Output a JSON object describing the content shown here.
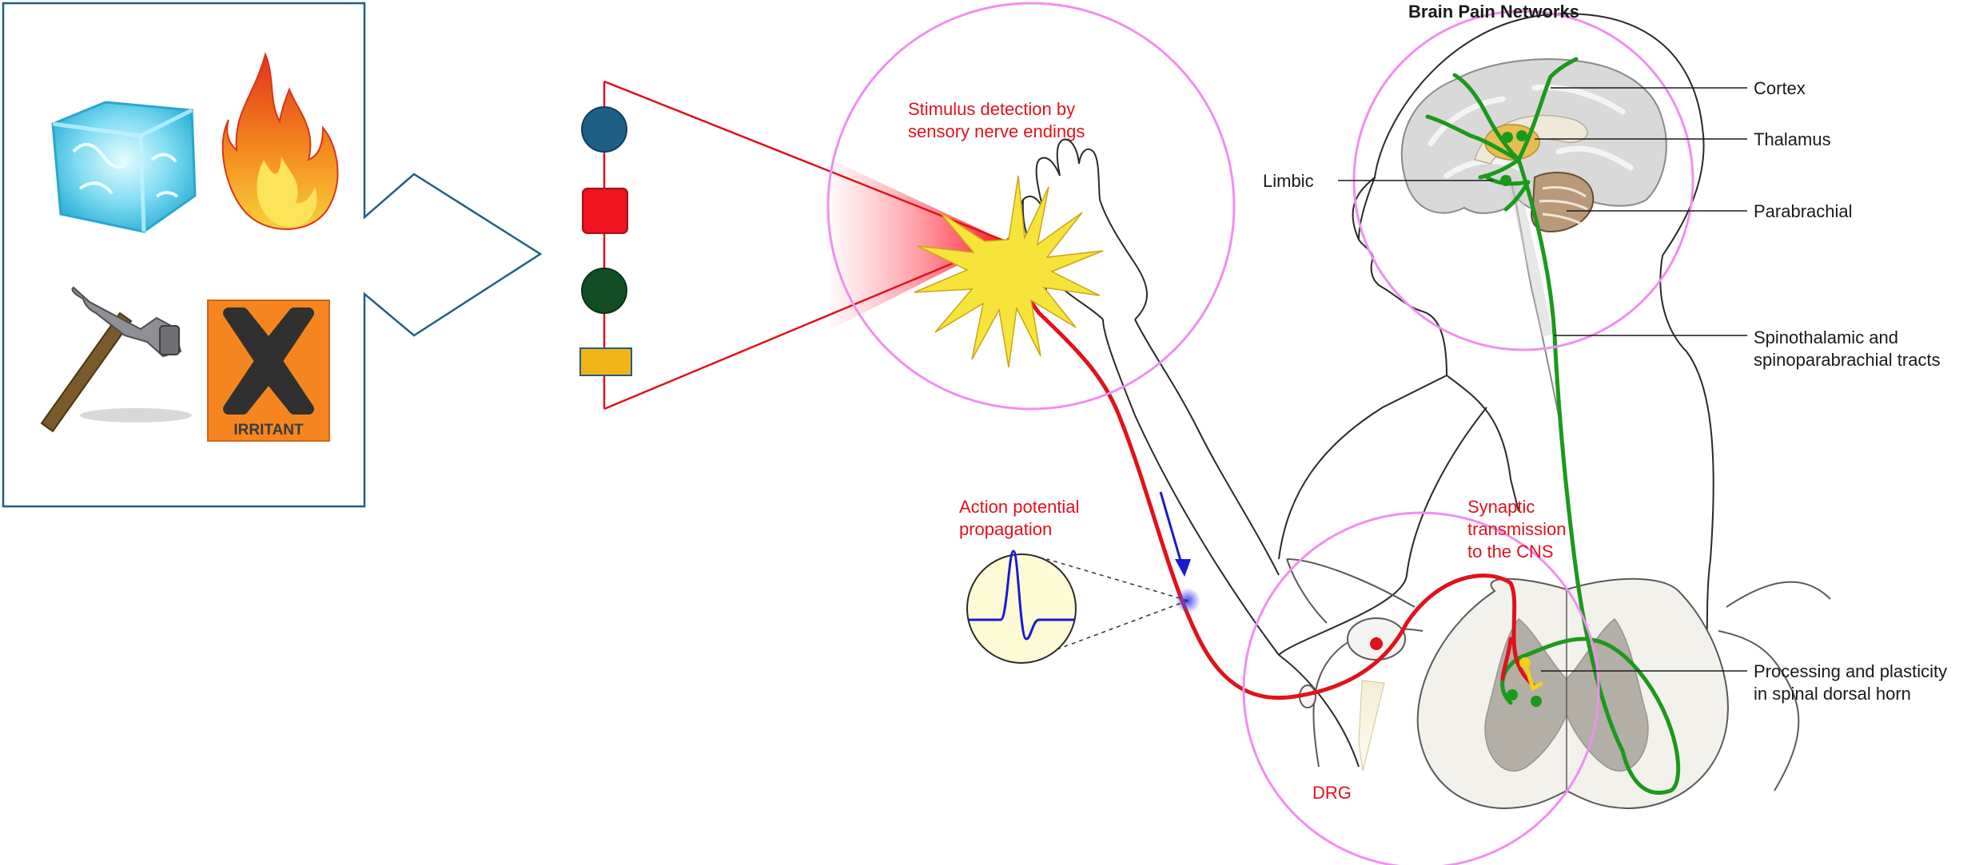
{
  "title": "Brain Pain Networks",
  "stimuli": {
    "icons": [
      "ice-cube-icon",
      "fire-icon",
      "hammer-icon",
      "irritant-hazard-icon"
    ],
    "irritant_label": "IRRITANT"
  },
  "labels": {
    "cortex": "Cortex",
    "thalamus": "Thalamus",
    "limbic": "Limbic",
    "parabrachial": "Parabrachial",
    "tracts_line1": "Spinothalamic and",
    "tracts_line2": "spinoparabrachial tracts",
    "stimulus_line1": "Stimulus detection by",
    "stimulus_line2": "sensory nerve endings",
    "action_line1": "Action potential",
    "action_line2": "propagation",
    "synaptic_line1": "Synaptic",
    "synaptic_line2": "transmission",
    "synaptic_line3": "to the CNS",
    "processing_line1": "Processing and plasticity",
    "processing_line2": "in spinal dorsal horn",
    "drg": "DRG"
  },
  "colors": {
    "nociceptor": "#e0121b",
    "spinal_tract": "#1a9a1a",
    "interneuron": "#f2d21a",
    "highlight_circle": "#f08ef0",
    "frame": "#1f5f85",
    "action_potential": "#1a1ad0"
  },
  "receptor_symbols": [
    "blue-circle-receptor",
    "red-square-receptor",
    "green-circle-receptor",
    "yellow-rect-receptor"
  ]
}
